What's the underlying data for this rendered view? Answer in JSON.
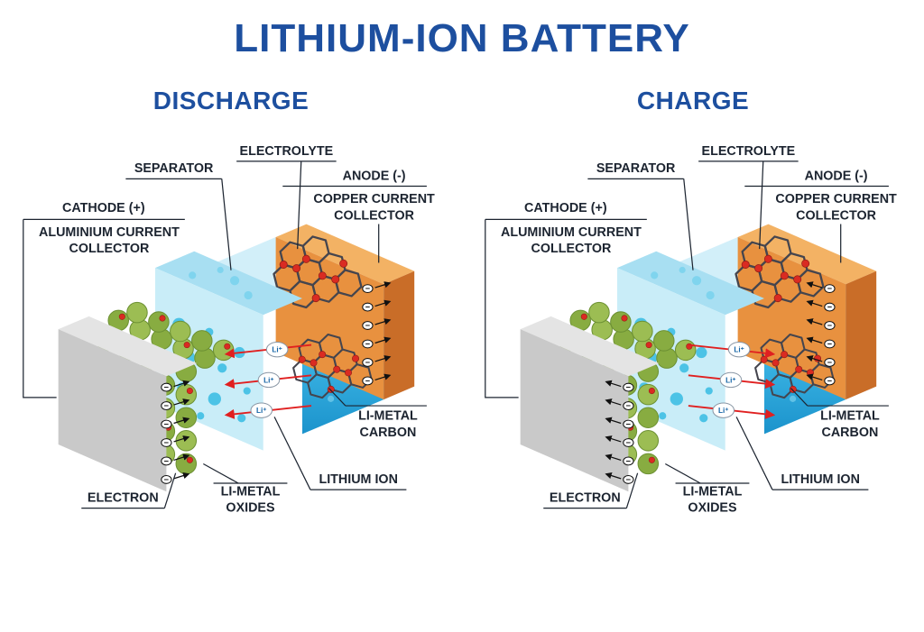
{
  "title": "LITHIUM-ION BATTERY",
  "panels": [
    {
      "heading": "DISCHARGE",
      "labels": {
        "separator": "SEPARATOR",
        "electrolyte": "ELECTROLYTE",
        "anode": "ANODE (-)",
        "anode_sub1": "COPPER CURRENT",
        "anode_sub2": "COLLECTOR",
        "cathode": "CATHODE (+)",
        "cathode_sub1": "ALUMINIUM CURRENT",
        "cathode_sub2": "COLLECTOR",
        "li_metal_carbon1": "LI-METAL",
        "li_metal_carbon2": "CARBON",
        "lithium_ion": "LITHIUM ION",
        "electron": "ELECTRON",
        "li_metal_oxides1": "LI-METAL",
        "li_metal_oxides2": "OXIDES"
      }
    },
    {
      "heading": "CHARGE",
      "labels": {
        "separator": "SEPARATOR",
        "electrolyte": "ELECTROLYTE",
        "anode": "ANODE (-)",
        "anode_sub1": "COPPER CURRENT",
        "anode_sub2": "COLLECTOR",
        "cathode": "CATHODE (+)",
        "cathode_sub1": "ALUMINIUM CURRENT",
        "cathode_sub2": "COLLECTOR",
        "li_metal_carbon1": "LI-METAL",
        "li_metal_carbon2": "CARBON",
        "lithium_ion": "LITHIUM ION",
        "electron": "ELECTRON",
        "li_metal_oxides1": "LI-METAL",
        "li_metal_oxides2": "OXIDES"
      }
    }
  ],
  "symbols": {
    "lithium_ion": "Li⁺",
    "electron": "−"
  },
  "colors": {
    "title_blue": "#1d4f9f",
    "label_text": "#1c2430",
    "copper_collector": "#e8913f",
    "aluminium_collector": "#c9c9c9",
    "separator_blue": "#c9edf8",
    "electrolyte_blue": "#2aa7dd",
    "oxide_green": "#93b84d",
    "lithium_red": "#da2b22",
    "carbon_gray": "#45454e",
    "ion_arrow_red": "#e02020"
  }
}
